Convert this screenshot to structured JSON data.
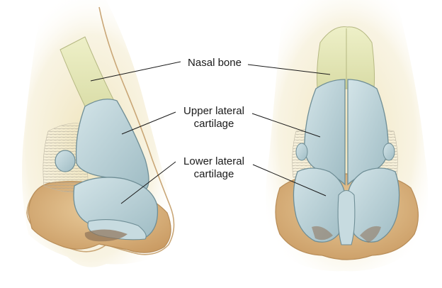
{
  "labels": {
    "nasal_bone": "Nasal bone",
    "upper_lateral": {
      "line1": "Upper lateral",
      "line2": "cartilage"
    },
    "lower_lateral": {
      "line1": "Lower lateral",
      "line2": "cartilage"
    }
  },
  "colors": {
    "skin": "#e2c292",
    "skin_shadow": "#c9a06a",
    "glow": "#f1e7c4",
    "bone": "#e3e6b4",
    "cartilage": "#b9d2d8",
    "cartilage_edge": "#6f8e96",
    "fibrous": "#cfc8b8",
    "leader_line": "#1a1a1a"
  }
}
